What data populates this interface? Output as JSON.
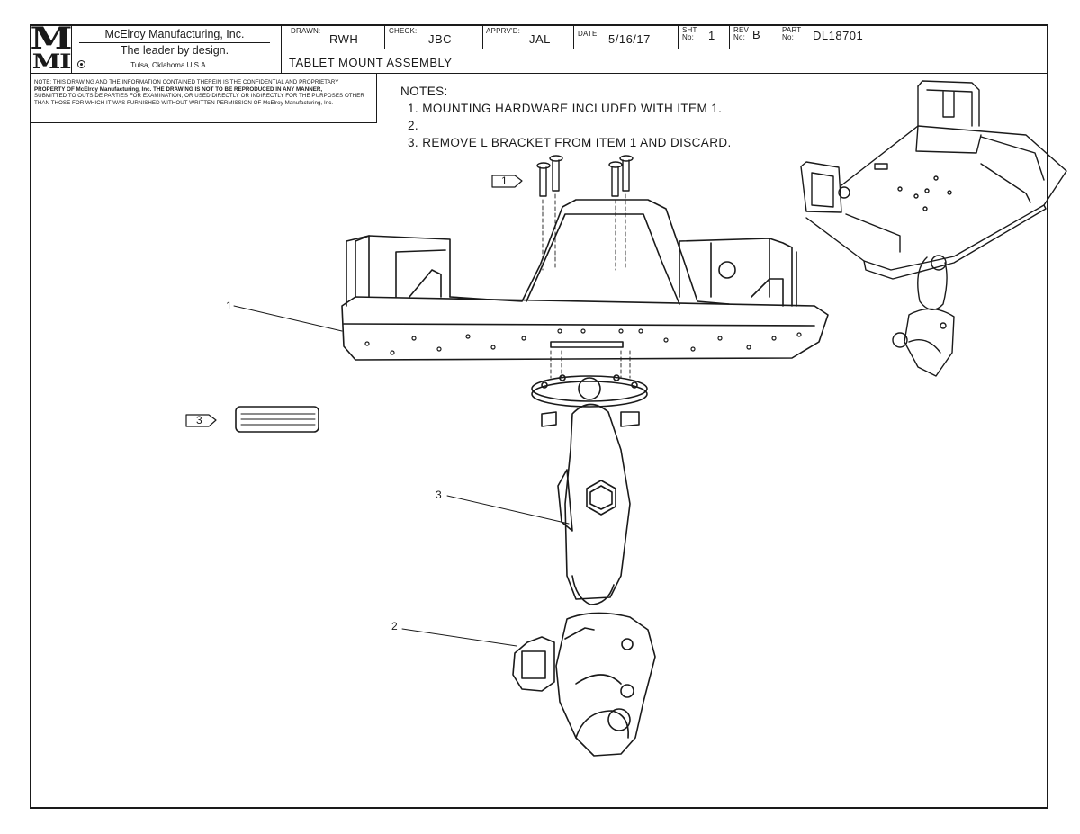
{
  "title_block": {
    "logo": {
      "top": "M",
      "bottom": "MI"
    },
    "company_name": "McElroy Manufacturing, Inc.",
    "tagline": "The leader by design.",
    "location": "Tulsa, Oklahoma U.S.A.",
    "fields": [
      {
        "label": "DRAWN:",
        "value": "RWH"
      },
      {
        "label": "CHECK:",
        "value": "JBC"
      },
      {
        "label": "APPRV'D:",
        "value": "JAL"
      },
      {
        "label": "DATE:",
        "value": "5/16/17"
      },
      {
        "label_line1": "SHT",
        "label_line2": "No:",
        "value": "1"
      },
      {
        "label_line1": "REV",
        "label_line2": "No:",
        "value": "B"
      },
      {
        "label_line1": "PART",
        "label_line2": "No:",
        "value": "DL18701"
      }
    ],
    "drawing_title": "TABLET MOUNT ASSEMBLY"
  },
  "legal_notice": {
    "line1": "NOTE: THIS DRAWING AND THE INFORMATION CONTAINED THEREIN IS THE CONFIDENTIAL AND PROPRIETARY",
    "line2": "PROPERTY OF McElroy Manufacturing, Inc. THE DRAWING IS NOT TO BE REPRODUCED IN ANY MANNER,",
    "line3": "SUBMITTED TO OUTSIDE PARTIES FOR EXAMINATION, OR USED DIRECTLY OR INDIRECTLY FOR THE PURPOSES OTHER",
    "line4": "THAN THOSE FOR WHICH IT WAS FURNISHED WITHOUT WRITTEN PERMISSION OF McElroy Manufacturing, Inc."
  },
  "notes": {
    "heading": "NOTES:",
    "items": [
      "1. MOUNTING HARDWARE INCLUDED WITH ITEM 1.",
      "2.",
      "3. REMOVE L BRACKET FROM ITEM 1 AND DISCARD."
    ]
  },
  "callouts": {
    "item1": "1",
    "item2": "2",
    "item3": "3",
    "flag1": "1",
    "flag3": "3"
  }
}
